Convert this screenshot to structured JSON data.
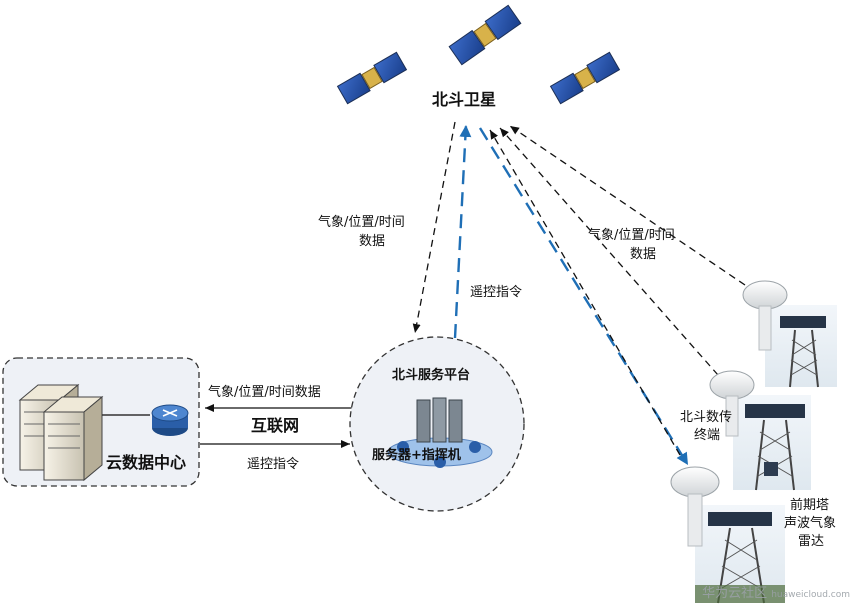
{
  "satellites": {
    "label": "北斗卫星"
  },
  "links": {
    "left_data_label": [
      "气象/位置/时间",
      "数据"
    ],
    "right_data_label": [
      "气象/位置/时间",
      "数据"
    ],
    "remote_label": "遥控指令"
  },
  "platform": {
    "title": "北斗服务平台",
    "server_label": "服务器+指挥机"
  },
  "internet": {
    "top_label": "气象/位置/时间数据",
    "mid_label": "互联网",
    "bottom_label": "遥控指令"
  },
  "datacenter": {
    "label": "云数据中心"
  },
  "terminal": {
    "label": [
      "北斗数传",
      "终端"
    ]
  },
  "radar": {
    "label": [
      "前期塔",
      "声波气象",
      "雷达"
    ]
  },
  "watermark": {
    "text": "华为云社区",
    "subtext": "huaweicloud.com"
  }
}
